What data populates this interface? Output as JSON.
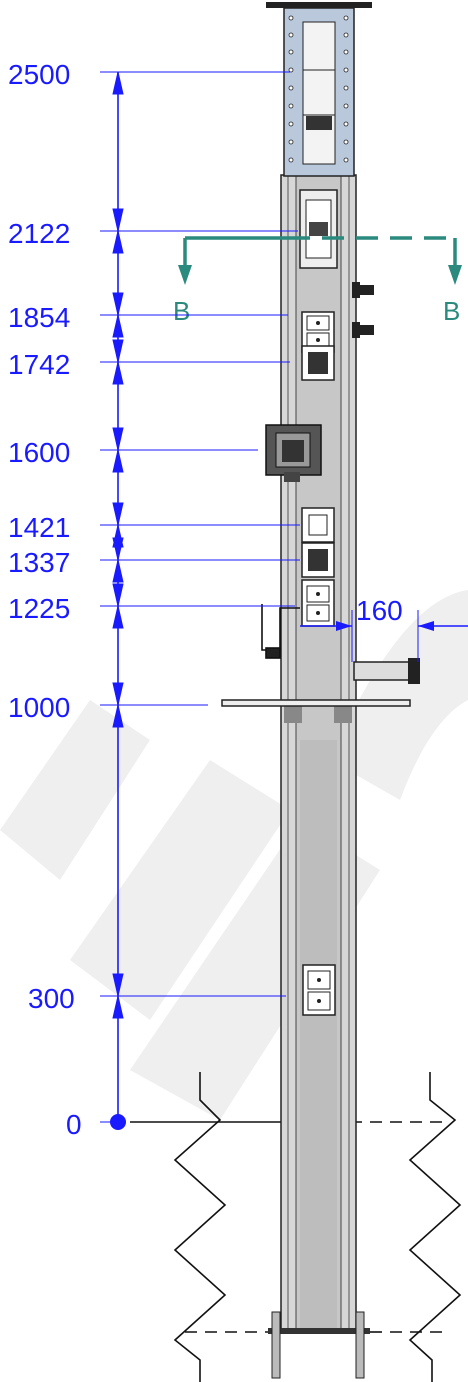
{
  "dimensions": {
    "levels": [
      {
        "label": "2500"
      },
      {
        "label": "2122"
      },
      {
        "label": "1854"
      },
      {
        "label": "1742"
      },
      {
        "label": "1600"
      },
      {
        "label": "1421"
      },
      {
        "label": "1337"
      },
      {
        "label": "1225"
      },
      {
        "label": "1000"
      },
      {
        "label": "300"
      },
      {
        "label": "0"
      }
    ],
    "offset_label": "160"
  },
  "section": {
    "left_label": "B",
    "right_label": "B"
  },
  "colors": {
    "dimension": "#1a1aff",
    "section_marker": "#2a8a7e",
    "housing": "#b8c6da",
    "column": "#cfcfcf",
    "watermark": "#f0f0f0"
  }
}
